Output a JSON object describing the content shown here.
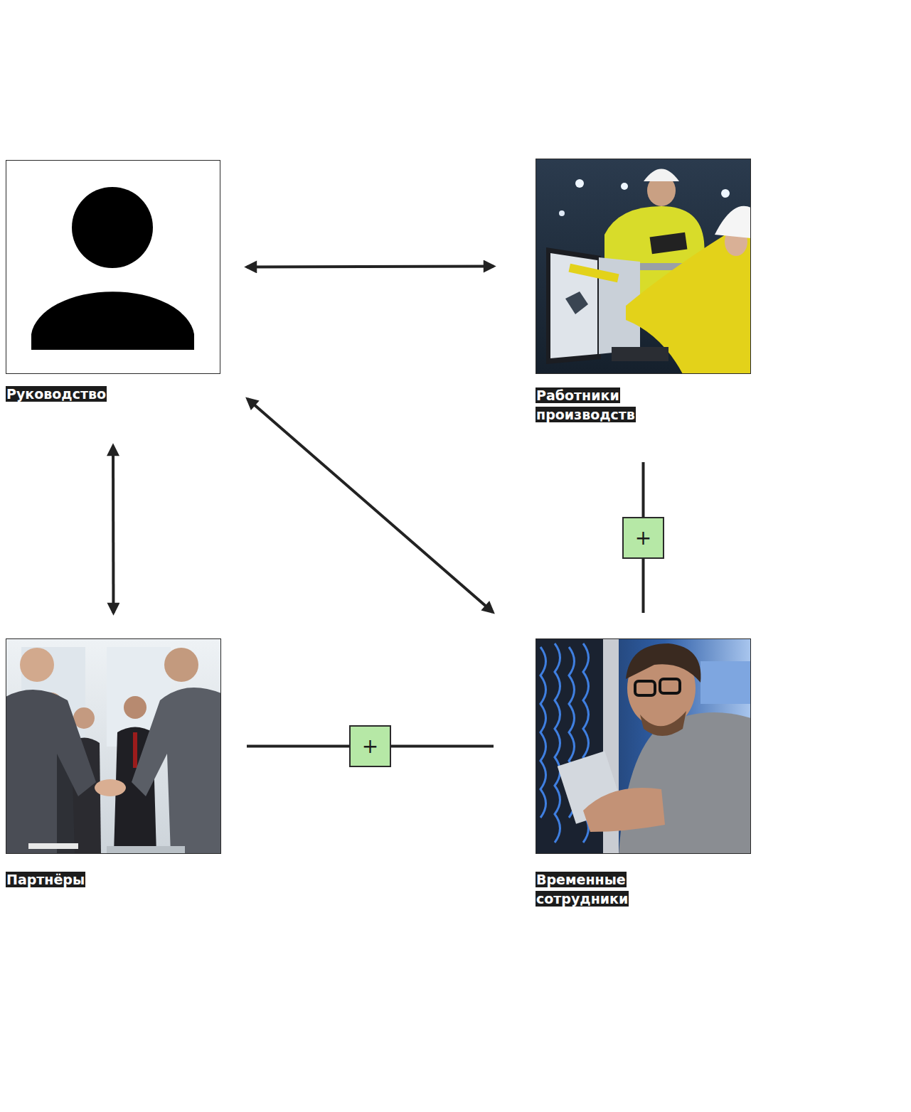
{
  "diagram": {
    "nodes": [
      {
        "text": [
          "Руководство"
        ]
      },
      {
        "text": [
          "Работники производств"
        ]
      },
      {
        "text": [
          "Партнёры"
        ]
      },
      {
        "text": [
          "Временные сотрудники"
        ]
      }
    ],
    "edges": [
      {
        "from": 0,
        "to": 1,
        "arrow": "both"
      },
      {
        "from": 0,
        "to": 2,
        "arrow": "both"
      },
      {
        "from": 0,
        "to": 3,
        "arrow": "both"
      },
      {
        "from": 1,
        "to": 3,
        "arrow": "none",
        "label": "+"
      },
      {
        "from": 2,
        "to": 3,
        "arrow": "none",
        "label": "+"
      }
    ]
  }
}
